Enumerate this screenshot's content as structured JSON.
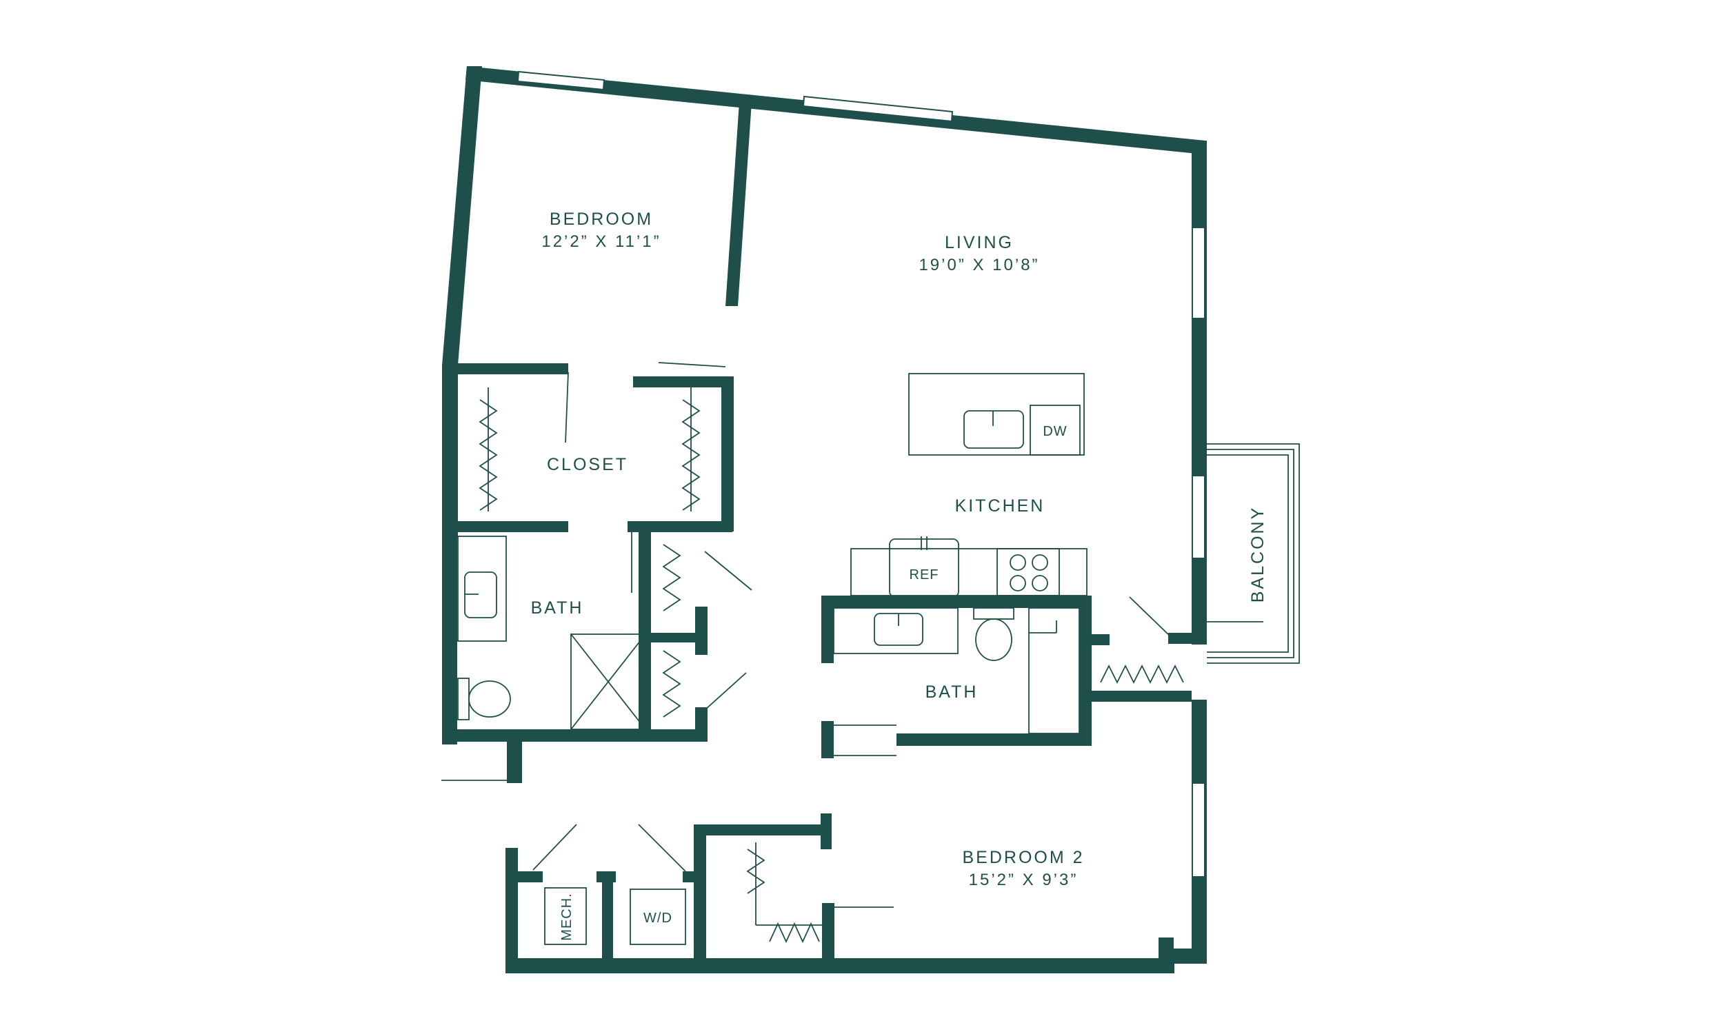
{
  "colors": {
    "wall": "#1f4f4a",
    "background": "#ffffff"
  },
  "rooms": {
    "bedroom": {
      "name": "BEDROOM",
      "dims": "12’2” X 11’1”"
    },
    "living": {
      "name": "LIVING",
      "dims": "19’0” X 10’8”"
    },
    "closet": {
      "name": "CLOSET"
    },
    "kitchen": {
      "name": "KITCHEN"
    },
    "bath1": {
      "name": "BATH"
    },
    "bath2": {
      "name": "BATH"
    },
    "balcony": {
      "name": "BALCONY"
    },
    "bedroom2": {
      "name": "BEDROOM 2",
      "dims": "15’2” X 9’3”"
    }
  },
  "fixtures": {
    "dw": "DW",
    "ref": "REF",
    "mech": "MECH.",
    "wd": "W/D"
  }
}
